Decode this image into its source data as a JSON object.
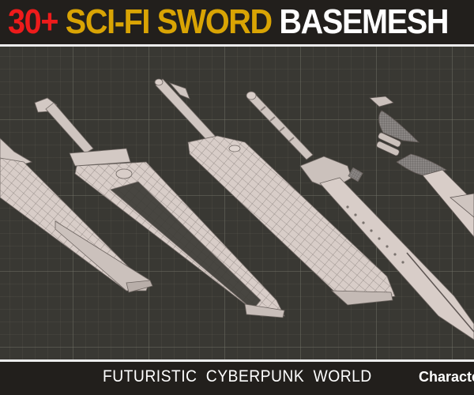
{
  "header": {
    "title_parts": {
      "count": "30+",
      "subject": "SCI-FI SWORD",
      "type": "BASEMESH"
    }
  },
  "footer": {
    "subtitle": "FUTURISTIC  CYBERPUNK  WORLD",
    "tag": "Characte"
  },
  "colors": {
    "count_red": "#ee1b1b",
    "subject_gold": "#d9a404",
    "type_white": "#ffffff",
    "banner_bg": "#221f1c",
    "viewport_bg": "#393833",
    "mesh_fill": "#d8cdc8"
  },
  "viewport": {
    "swords": [
      {
        "name": "sword-1",
        "description": "partial broad blade at far left"
      },
      {
        "name": "sword-2",
        "description": "split double blade with long hilt"
      },
      {
        "name": "sword-3",
        "description": "massive cleaver blade with cylindrical grip"
      },
      {
        "name": "sword-4",
        "description": "serrated blade with ribbed grip and mechanical guard"
      },
      {
        "name": "sword-5",
        "description": "ornate guard with cylinders, partial at right"
      }
    ]
  }
}
